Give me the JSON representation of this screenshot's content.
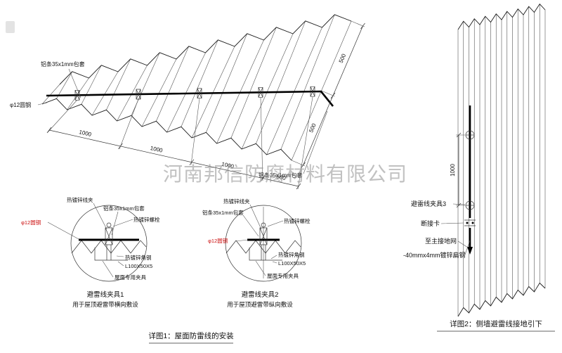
{
  "watermark": "河南邦信防腐材料有限公司",
  "detail1": {
    "label_alu_strip": "铝条35x1mm包套",
    "label_round_steel": "φ12圆钢",
    "dim_1000": "1000",
    "dim_500": "500",
    "caption": "详图1：屋面防雷线的安装"
  },
  "clamp_labels": {
    "wire_clip": "热镀锌线夹",
    "alu_strip": "铝条35x1mm包套",
    "bolt": "热镀锌螺栓",
    "round_steel": "φ12圆钢",
    "angle_steel": "热镀锌角钢",
    "angle_spec": "L100X50X5",
    "roof_fixture": "屋面专用夹具"
  },
  "clamp1": {
    "title": "避雷线夹具1",
    "subtitle": "用于屋顶避雷带横向敷设"
  },
  "clamp2": {
    "title": "避雷线夹具2",
    "subtitle": "用于屋顶避雷带纵向敷设"
  },
  "detail2": {
    "label_clamp3": "避雷线夹具3",
    "label_disconnect": "断接卡",
    "label_to_ground": "至主接地网",
    "label_flat_steel": "-40mmx4mm镀锌扁钢",
    "dim_1000": "1000",
    "caption": "详图2：侧墙避雷线接地引下"
  }
}
